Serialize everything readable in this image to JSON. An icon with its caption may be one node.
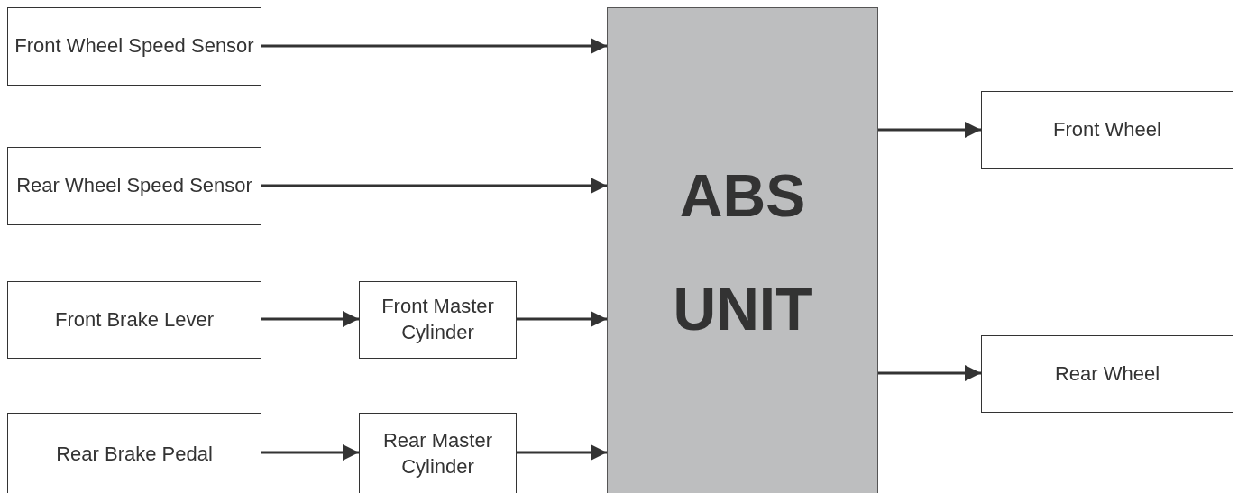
{
  "diagram": {
    "nodes": [
      {
        "text": [
          "Front Wheel Speed Sensor"
        ]
      },
      {
        "text": [
          "Rear Wheel Speed Sensor"
        ]
      },
      {
        "text": [
          "Front Brake Lever"
        ]
      },
      {
        "text": [
          "Front Master Cylinder"
        ]
      },
      {
        "text": [
          "Rear Brake Pedal"
        ]
      },
      {
        "text": [
          "Rear Master Cylinder"
        ]
      },
      {
        "text": [
          "ABS UNIT"
        ]
      },
      {
        "text": [
          "Front Wheel"
        ]
      },
      {
        "text": [
          "Rear Wheel"
        ]
      }
    ],
    "edges": [
      {
        "from": 0,
        "to": 6,
        "arrow": "to"
      },
      {
        "from": 1,
        "to": 6,
        "arrow": "to"
      },
      {
        "from": 2,
        "to": 3,
        "arrow": "to"
      },
      {
        "from": 3,
        "to": 6,
        "arrow": "to"
      },
      {
        "from": 4,
        "to": 5,
        "arrow": "to"
      },
      {
        "from": 5,
        "to": 6,
        "arrow": "to"
      },
      {
        "from": 6,
        "to": 7,
        "arrow": "to"
      },
      {
        "from": 6,
        "to": 8,
        "arrow": "to"
      }
    ]
  }
}
